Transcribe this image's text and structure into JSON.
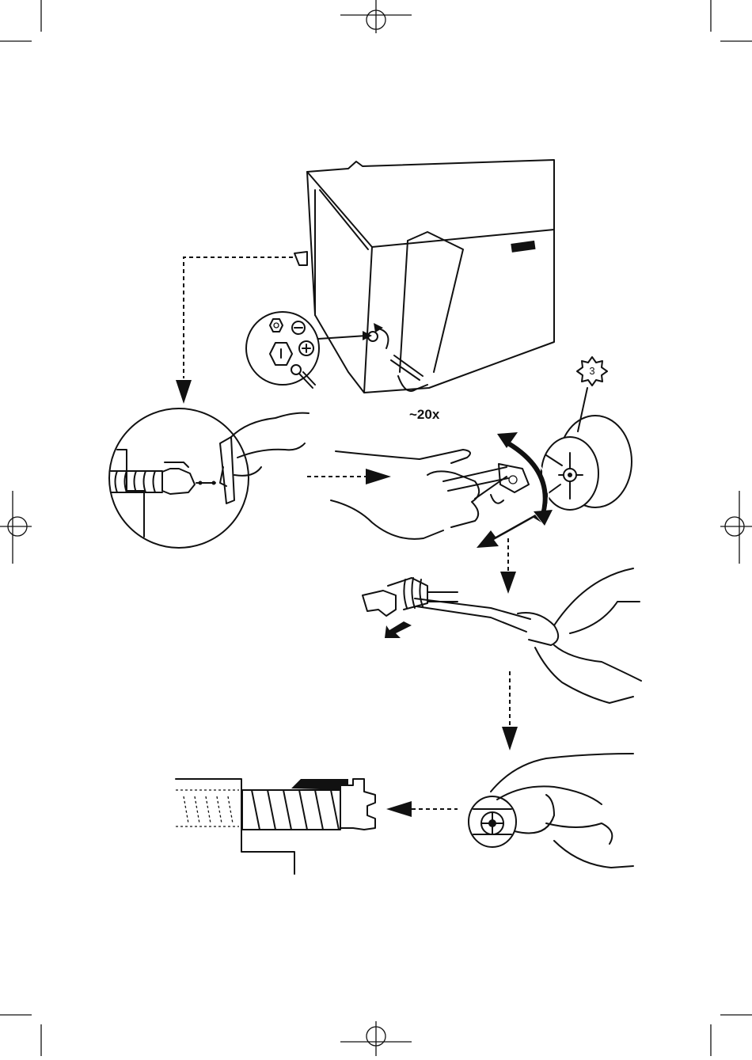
{
  "steps": {
    "repeat_count_label": "~20x",
    "badge_number": "3"
  },
  "icons": {
    "registration_marks": "crosshair-circle",
    "screwdriver_heads": [
      "hex",
      "slot",
      "phillips"
    ]
  },
  "colors": {
    "ink": "#111111",
    "paper": "#ffffff"
  }
}
